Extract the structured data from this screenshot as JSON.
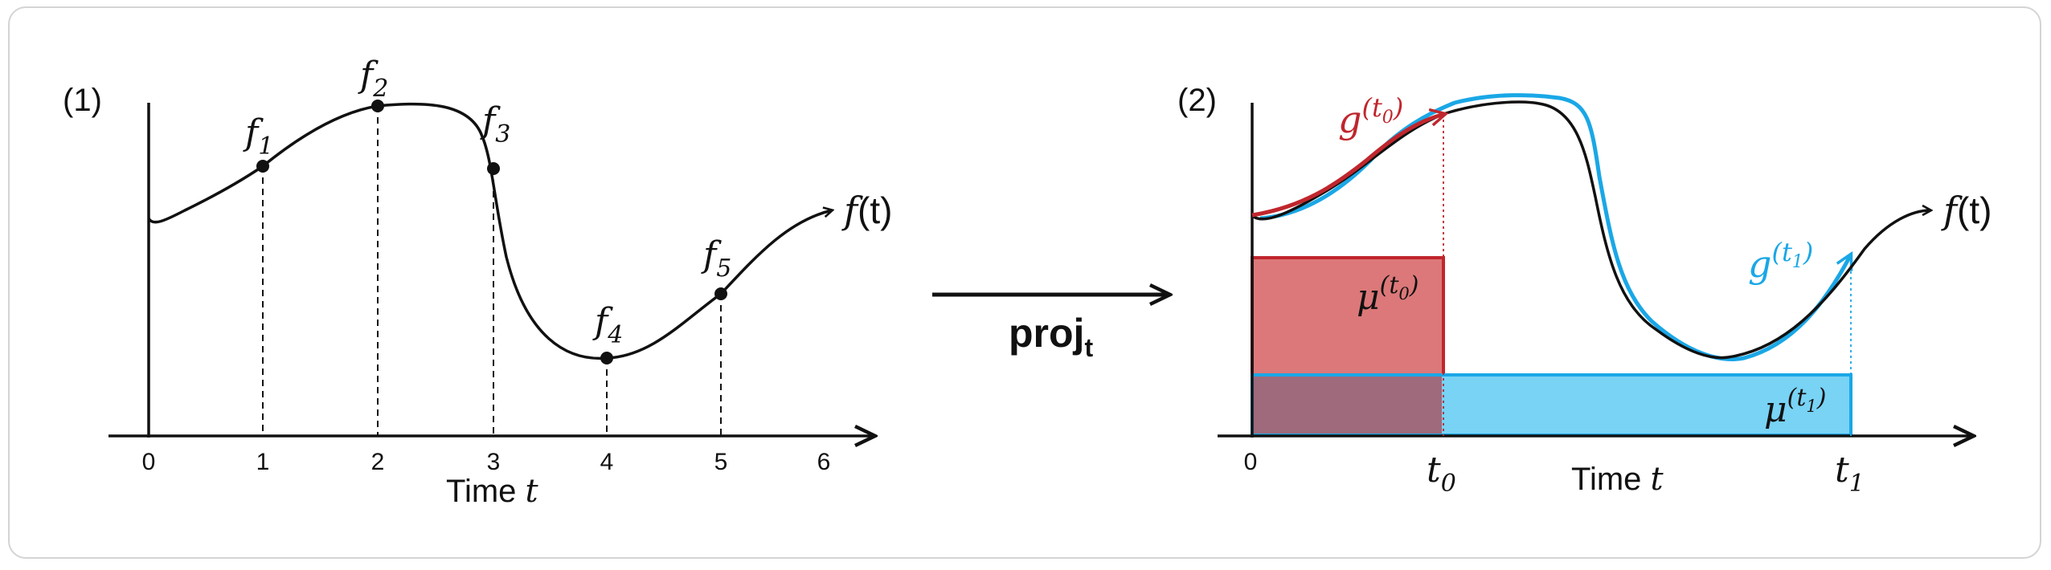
{
  "panel1": {
    "label": "(1)",
    "x_ticks": [
      "0",
      "1",
      "2",
      "3",
      "4",
      "5",
      "6"
    ],
    "x_label_text": "Time ",
    "x_label_var": "t",
    "curve_label_fn": "f",
    "curve_label_arg": "(t)",
    "points": [
      {
        "sym": "f",
        "sub": "1"
      },
      {
        "sym": "f",
        "sub": "2"
      },
      {
        "sym": "f",
        "sub": "3"
      },
      {
        "sym": "f",
        "sub": "4"
      },
      {
        "sym": "f",
        "sub": "5"
      }
    ]
  },
  "arrow": {
    "label": "proj",
    "sub": "t"
  },
  "panel2": {
    "label": "(2)",
    "origin_tick": "0",
    "t0": {
      "sym": "t",
      "sub": "0"
    },
    "t1": {
      "sym": "t",
      "sub": "1"
    },
    "x_label_text": "Time ",
    "x_label_var": "t",
    "curve_label_fn": "f",
    "curve_label_arg": "(t)",
    "g0": {
      "sym": "g",
      "sup": "(t",
      "supsub": "0",
      "supend": ")"
    },
    "g1": {
      "sym": "g",
      "sup": "(t",
      "supsub": "1",
      "supend": ")"
    },
    "mu0": {
      "sym": "μ",
      "sup": "(t",
      "supsub": "0",
      "supend": ")"
    },
    "mu1": {
      "sym": "μ",
      "sup": "(t",
      "supsub": "1",
      "supend": ")"
    }
  },
  "colors": {
    "red": "#c0262d",
    "red_fill": "#dc7879",
    "blue": "#1aa7e6",
    "blue_fill": "#78d3f5",
    "overlap_fill": "#9e6a7c",
    "ink": "#111111"
  }
}
